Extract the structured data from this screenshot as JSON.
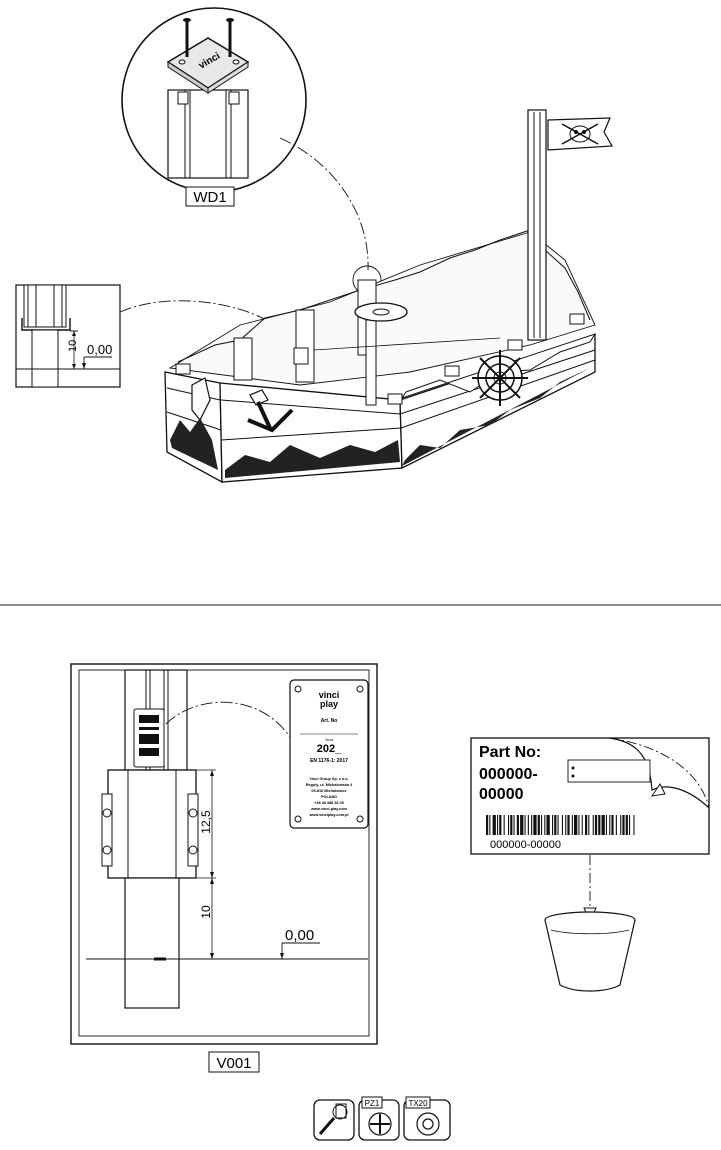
{
  "callouts": {
    "wd1": "WD1",
    "v001": "V001"
  },
  "dimensions": {
    "top_height": "10",
    "top_level": "0,00",
    "plate_height": "12,5",
    "post_height": "10",
    "bottom_level": "0,00"
  },
  "plate": {
    "brand_top": "vinci",
    "brand_bottom": "play",
    "art_label": "Art. No",
    "year_label": "Year",
    "year_value": "202_",
    "standard": "EN 1176-1: 2017",
    "company": "Vinci Group Sp. z o.o.",
    "address1": "Reguly, ul. Michalowska 4",
    "address2": "05-816 Michalowice",
    "country": "POLAND",
    "phone": "+48 48 388 94 00",
    "email": "www.vinci-play.com",
    "web": "www.vinciplay.com.pl"
  },
  "label": {
    "part_no_title": "Part No:",
    "part_no_line1": "000000-",
    "part_no_line2": "00000",
    "barcode_text": "000000-00000"
  },
  "tools": {
    "tool1_icon": "tape-measure-icon",
    "tool2_label": "PZ1",
    "tool3_label": "TX20"
  }
}
